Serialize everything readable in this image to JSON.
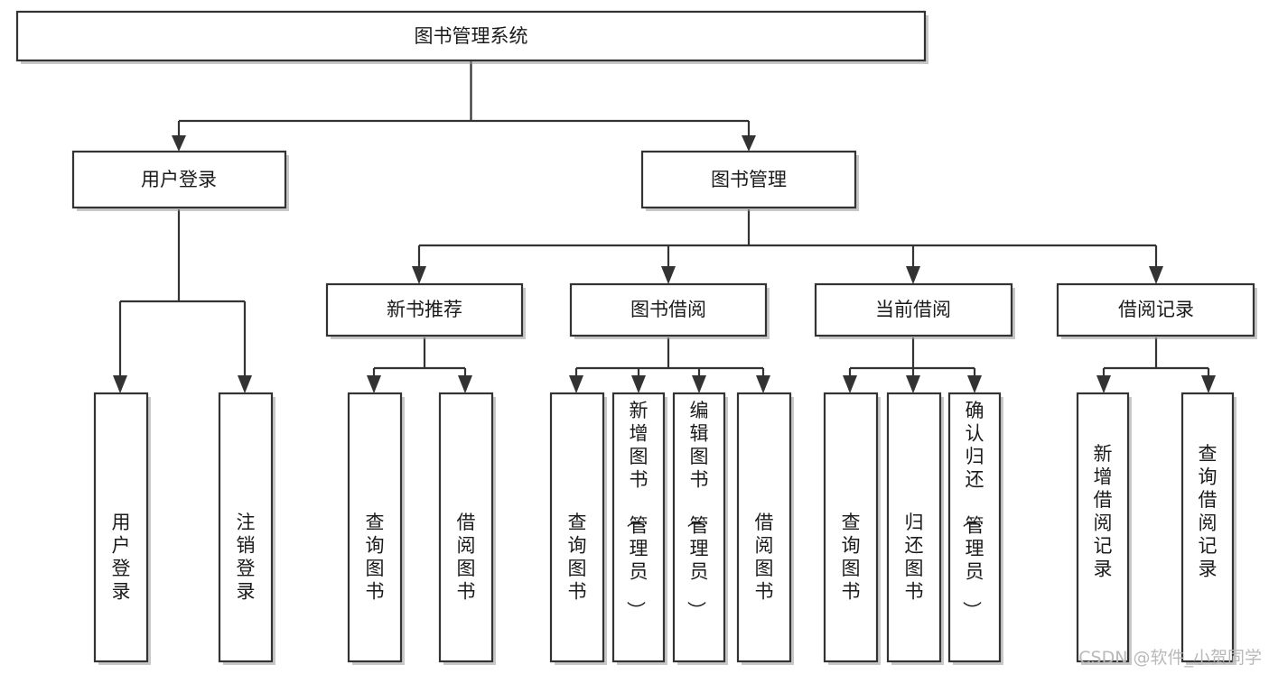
{
  "diagram": {
    "title": "图书管理系统",
    "type": "tree",
    "orientation": "top-down",
    "colors": {
      "box_fill": "#ffffff",
      "box_stroke": "#333333",
      "text": "#1b1b1b",
      "connector": "#333333",
      "watermark": "#b9b9b9",
      "background": "#ffffff"
    },
    "root": {
      "id": "root",
      "label": "图书管理系统",
      "orientation": "horizontal"
    },
    "level1": [
      {
        "id": "user-login",
        "label": "用户登录",
        "orientation": "horizontal"
      },
      {
        "id": "book-manage",
        "label": "图书管理",
        "orientation": "horizontal"
      }
    ],
    "level2": [
      {
        "id": "new-book-recommend",
        "label": "新书推荐",
        "parent": "book-manage",
        "orientation": "horizontal"
      },
      {
        "id": "book-borrow",
        "label": "图书借阅",
        "parent": "book-manage",
        "orientation": "horizontal"
      },
      {
        "id": "current-borrow",
        "label": "当前借阅",
        "parent": "book-manage",
        "orientation": "horizontal"
      },
      {
        "id": "borrow-record",
        "label": "借阅记录",
        "parent": "book-manage",
        "orientation": "horizontal"
      }
    ],
    "leaves": [
      {
        "id": "leaf-user-login",
        "label": "用户登录",
        "parent": "user-login",
        "orientation": "vertical"
      },
      {
        "id": "leaf-logout-login",
        "label": "注销登录",
        "parent": "user-login",
        "orientation": "vertical"
      },
      {
        "id": "leaf-query-book-1",
        "label": "查询图书",
        "parent": "new-book-recommend",
        "orientation": "vertical"
      },
      {
        "id": "leaf-borrow-book-1",
        "label": "借阅图书",
        "parent": "new-book-recommend",
        "orientation": "vertical"
      },
      {
        "id": "leaf-query-book-2",
        "label": "查询图书",
        "parent": "book-borrow",
        "orientation": "vertical"
      },
      {
        "id": "leaf-add-book",
        "label": "新增图书（管理员）",
        "parent": "book-borrow",
        "orientation": "vertical"
      },
      {
        "id": "leaf-edit-book",
        "label": "编辑图书（管理员）",
        "parent": "book-borrow",
        "orientation": "vertical"
      },
      {
        "id": "leaf-borrow-book-2",
        "label": "借阅图书",
        "parent": "book-borrow",
        "orientation": "vertical"
      },
      {
        "id": "leaf-query-book-3",
        "label": "查询图书",
        "parent": "current-borrow",
        "orientation": "vertical"
      },
      {
        "id": "leaf-return-book",
        "label": "归还图书",
        "parent": "current-borrow",
        "orientation": "vertical"
      },
      {
        "id": "leaf-confirm-return",
        "label": "确认归还（管理员）",
        "parent": "current-borrow",
        "orientation": "vertical"
      },
      {
        "id": "leaf-add-record",
        "label": "新增借阅记录",
        "parent": "borrow-record",
        "orientation": "vertical"
      },
      {
        "id": "leaf-query-record",
        "label": "查询借阅记录",
        "parent": "borrow-record",
        "orientation": "vertical"
      }
    ],
    "watermark": "CSDN @软件_小贺同学"
  }
}
